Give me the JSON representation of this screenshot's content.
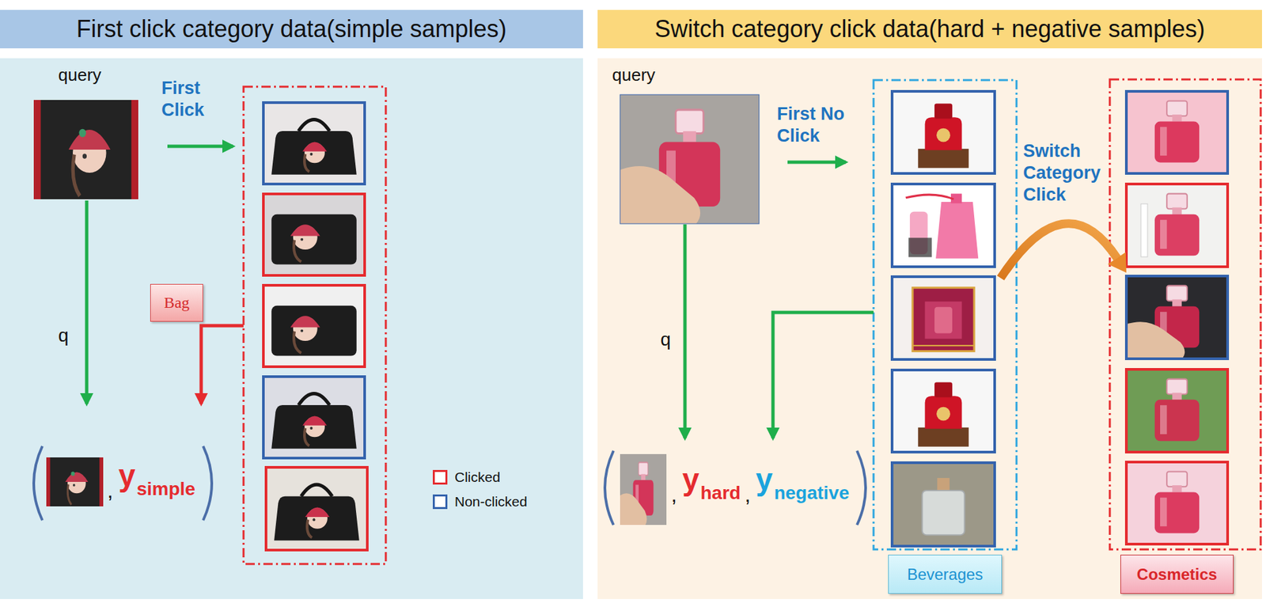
{
  "diagram": {
    "nodes": [
      {
        "text": [
          "First click category data(simple samples)"
        ]
      },
      {
        "text": [
          "Switch category click data(hard + negative samples)"
        ]
      },
      {
        "text": [
          "Bag"
        ],
        "in": 0
      },
      {
        "text": [
          "Beverages"
        ],
        "in": 1
      },
      {
        "text": [
          "Cosmetics"
        ],
        "in": 1
      }
    ],
    "labels": [
      "query",
      "First Click",
      "q",
      ",",
      "y",
      "simple",
      "query",
      "First No Click",
      "Switch Category Click",
      "q",
      ",",
      "y",
      "hard",
      ",",
      "y",
      "negative"
    ],
    "legend": [
      {
        "text": "Clicked"
      },
      {
        "text": "Non-clicked"
      }
    ]
  }
}
